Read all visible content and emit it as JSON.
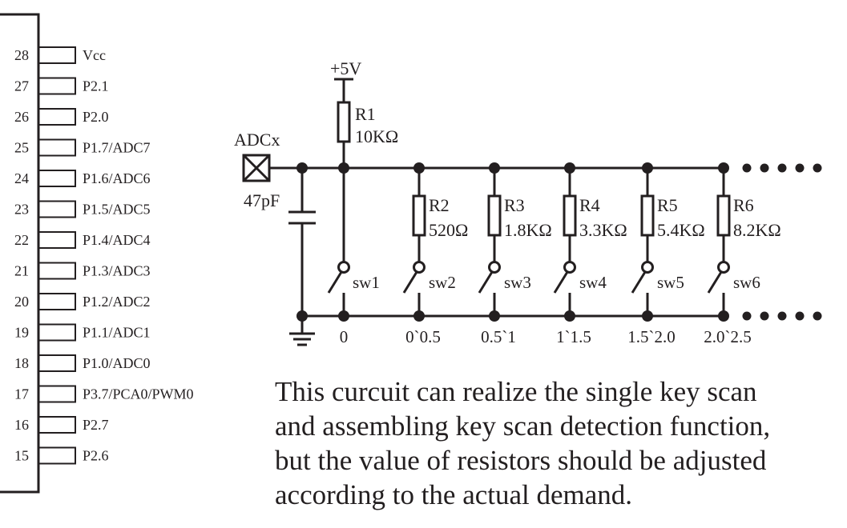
{
  "ic": {
    "pins": [
      {
        "num": "28",
        "label": "Vcc"
      },
      {
        "num": "27",
        "label": "P2.1"
      },
      {
        "num": "26",
        "label": "P2.0"
      },
      {
        "num": "25",
        "label": "P1.7/ADC7"
      },
      {
        "num": "24",
        "label": "P1.6/ADC6"
      },
      {
        "num": "23",
        "label": "P1.5/ADC5"
      },
      {
        "num": "22",
        "label": "P1.4/ADC4"
      },
      {
        "num": "21",
        "label": "P1.3/ADC3"
      },
      {
        "num": "20",
        "label": "P1.2/ADC2"
      },
      {
        "num": "19",
        "label": "P1.1/ADC1"
      },
      {
        "num": "18",
        "label": "P1.0/ADC0"
      },
      {
        "num": "17",
        "label": "P3.7/PCA0/PWM0"
      },
      {
        "num": "16",
        "label": "P2.7"
      },
      {
        "num": "15",
        "label": "P2.6"
      }
    ]
  },
  "circuit": {
    "supply": "+5V",
    "input_label": "ADCx",
    "capacitor": "47pF",
    "pullup": {
      "name": "R1",
      "value": "10KΩ"
    },
    "ladder": [
      {
        "name": "R2",
        "value": "520Ω",
        "switch": "sw2",
        "range": "0`0.5"
      },
      {
        "name": "R3",
        "value": "1.8KΩ",
        "switch": "sw3",
        "range": "0.5`1"
      },
      {
        "name": "R4",
        "value": "3.3KΩ",
        "switch": "sw4",
        "range": "1`1.5"
      },
      {
        "name": "R5",
        "value": "5.4KΩ",
        "switch": "sw5",
        "range": "1.5`2.0"
      },
      {
        "name": "R6",
        "value": "8.2KΩ",
        "switch": "sw6",
        "range": "2.0`2.5"
      }
    ],
    "direct_switch": {
      "switch": "sw1",
      "range": "0"
    }
  },
  "description": {
    "lines": [
      "This curcuit can realize the single key scan",
      "and assembling key scan detection function,",
      "but the value of resistors should be adjusted",
      "according to the actual demand."
    ]
  }
}
